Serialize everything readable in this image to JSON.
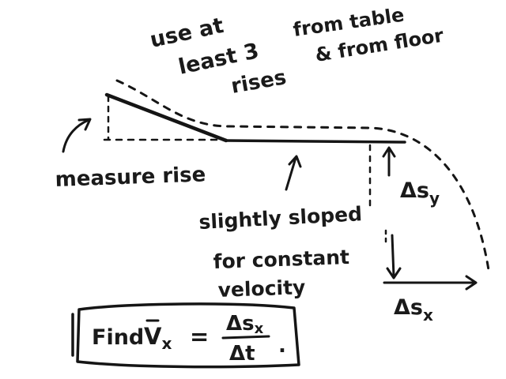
{
  "notes": {
    "use_line1": "use at",
    "use_line2": "least 3",
    "use_line3": "rises",
    "from_table": "from table",
    "from_floor": "& from floor",
    "measure_rise": "measure rise",
    "sloped_line1": "slightly sloped",
    "sloped_line2": "for constant",
    "sloped_line3": "velocity"
  },
  "labels": {
    "delta_sy": "Δs",
    "delta_sy_sub": "y",
    "delta_sx": "Δs",
    "delta_sx_sub": "x"
  },
  "formula": {
    "find": "Find",
    "vx": "V",
    "vx_sub": "x",
    "equals": "=",
    "numerator": "Δs",
    "numerator_sub": "x",
    "denominator": "Δt",
    "period": "."
  },
  "colors": {
    "ink": "#151515",
    "background": "#ffffff"
  }
}
